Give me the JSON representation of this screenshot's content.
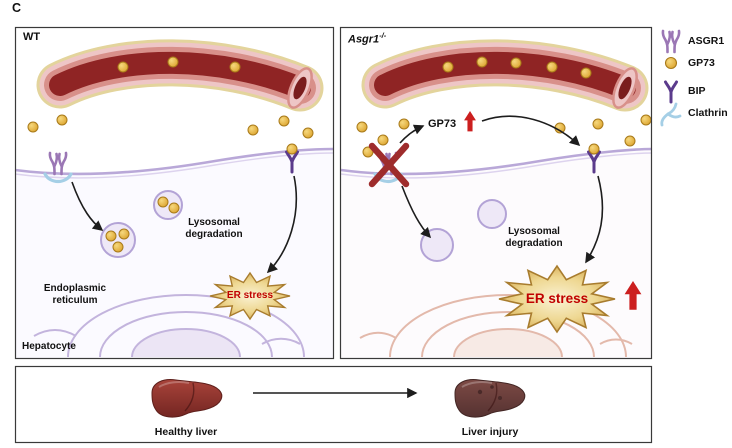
{
  "figure_label": "C",
  "panel_wt": {
    "title": "WT",
    "lysosomal_degradation": "Lysosomal degradation",
    "er_stress": "ER stress",
    "endoplasmic_reticulum": "Endoplasmic reticulum",
    "hepatocyte": "Hepatocyte"
  },
  "panel_ko": {
    "title": "Asgr1",
    "title_superscript": "-/-",
    "gp73": "GP73",
    "lysosomal_degradation": "Lysosomal degradation",
    "er_stress": "ER stress"
  },
  "legend": {
    "items": [
      {
        "label": "ASGR1",
        "icon": "asgr1-receptor-icon",
        "color": "#9b77b5"
      },
      {
        "label": "GP73",
        "icon": "gp73-particle-icon",
        "color": "#e7b53c"
      },
      {
        "label": "BIP",
        "icon": "bip-receptor-icon",
        "color": "#5b3b8c"
      },
      {
        "label": "Clathrin",
        "icon": "clathrin-icon",
        "color": "#a5cfe6"
      }
    ]
  },
  "bottom_panel": {
    "healthy_label": "Healthy liver",
    "injury_label": "Liver injury"
  },
  "colors": {
    "er_stress_text": "#c00000",
    "up_arrow": "#cc1f1f",
    "vessel_lumen": "#8f2424",
    "gp73_fill": "#e7b53c",
    "membrane": "#b9a8d8"
  }
}
